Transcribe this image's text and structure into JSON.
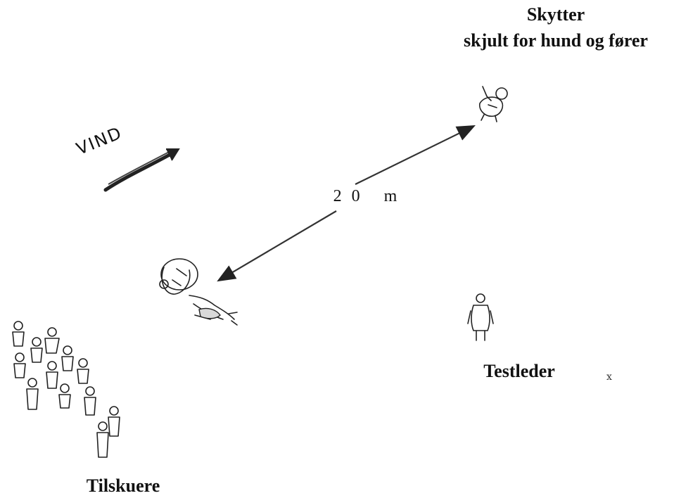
{
  "labels": {
    "shooter_title": "Skytter",
    "shooter_subtitle": "skjult for hund og fører",
    "distance": "20 m",
    "wind": "VIND",
    "test_leader": "Testleder",
    "spectators": "Tilskuere",
    "stray_mark": "ⅹ"
  },
  "icons": [
    "shooter-figure-icon",
    "handler-with-dog-icon",
    "test-leader-figure-icon",
    "spectator-crowd-icon",
    "wind-arrow-icon",
    "distance-double-arrow-icon"
  ],
  "colors": {
    "ink": "#222222",
    "background": "#ffffff"
  }
}
